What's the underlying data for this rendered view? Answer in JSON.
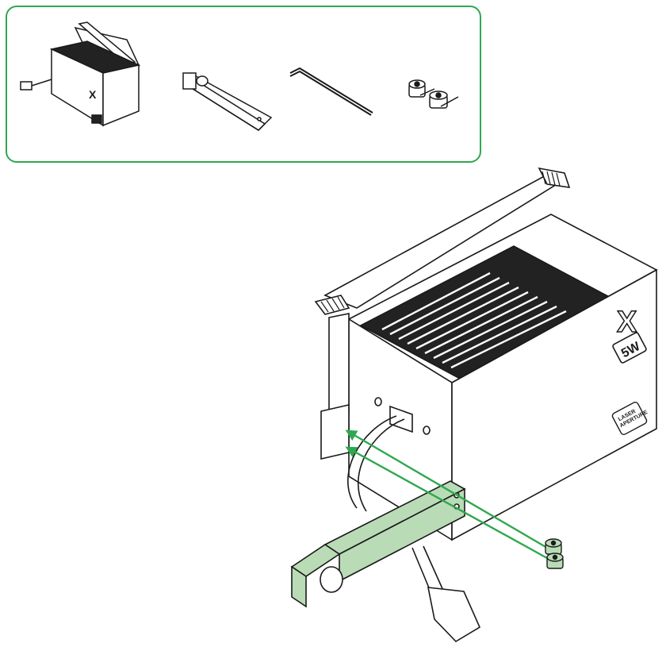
{
  "kit_contents": {
    "items": [
      {
        "name": "laser-module"
      },
      {
        "name": "mounting-bracket"
      },
      {
        "name": "hex-key"
      },
      {
        "name": "screws"
      }
    ]
  },
  "module": {
    "logo_mark": "X",
    "power_badge": "5W",
    "aperture_label_line1": "LASER",
    "aperture_label_line2": "APERTURE"
  },
  "colors": {
    "accent": "#2fa84f",
    "highlight_fill": "#b9dcb6",
    "line": "#1a1a1a"
  }
}
